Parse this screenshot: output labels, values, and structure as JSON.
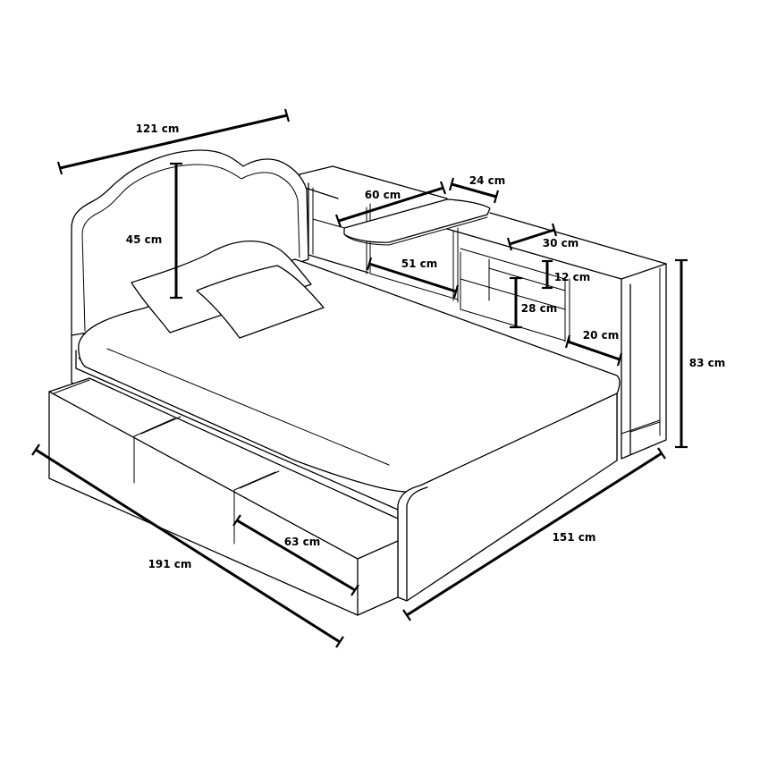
{
  "dimensions": {
    "headboard_width": "121 cm",
    "headboard_height": "45 cm",
    "shelf_top_length": "60 cm",
    "shelf_top_depth": "24 cm",
    "compartment_width": "51 cm",
    "side_shelf_width": "30 cm",
    "small_shelf_height": "12 cm",
    "tall_shelf_height": "28 cm",
    "side_unit_depth": "20 cm",
    "overall_height": "83 cm",
    "overall_length": "191 cm",
    "overall_width": "151 cm",
    "drawer_length": "63 cm"
  }
}
